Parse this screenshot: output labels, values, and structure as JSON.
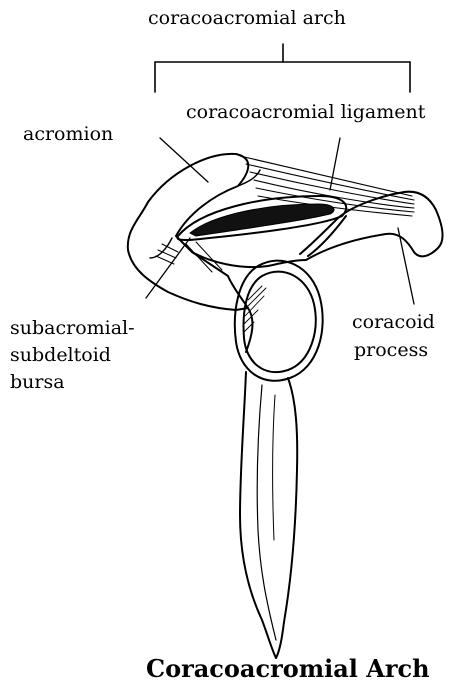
{
  "labels": {
    "arch": "coracoacromial arch",
    "ligament": "coracoacromial ligament",
    "acromion": "acromion",
    "bursa_line1": "subacromial-",
    "bursa_line2": "subdeltoid",
    "bursa_line3": "bursa",
    "coracoid_line1": "coracoid",
    "coracoid_line2": "process"
  },
  "caption": "Coracoacromial Arch"
}
